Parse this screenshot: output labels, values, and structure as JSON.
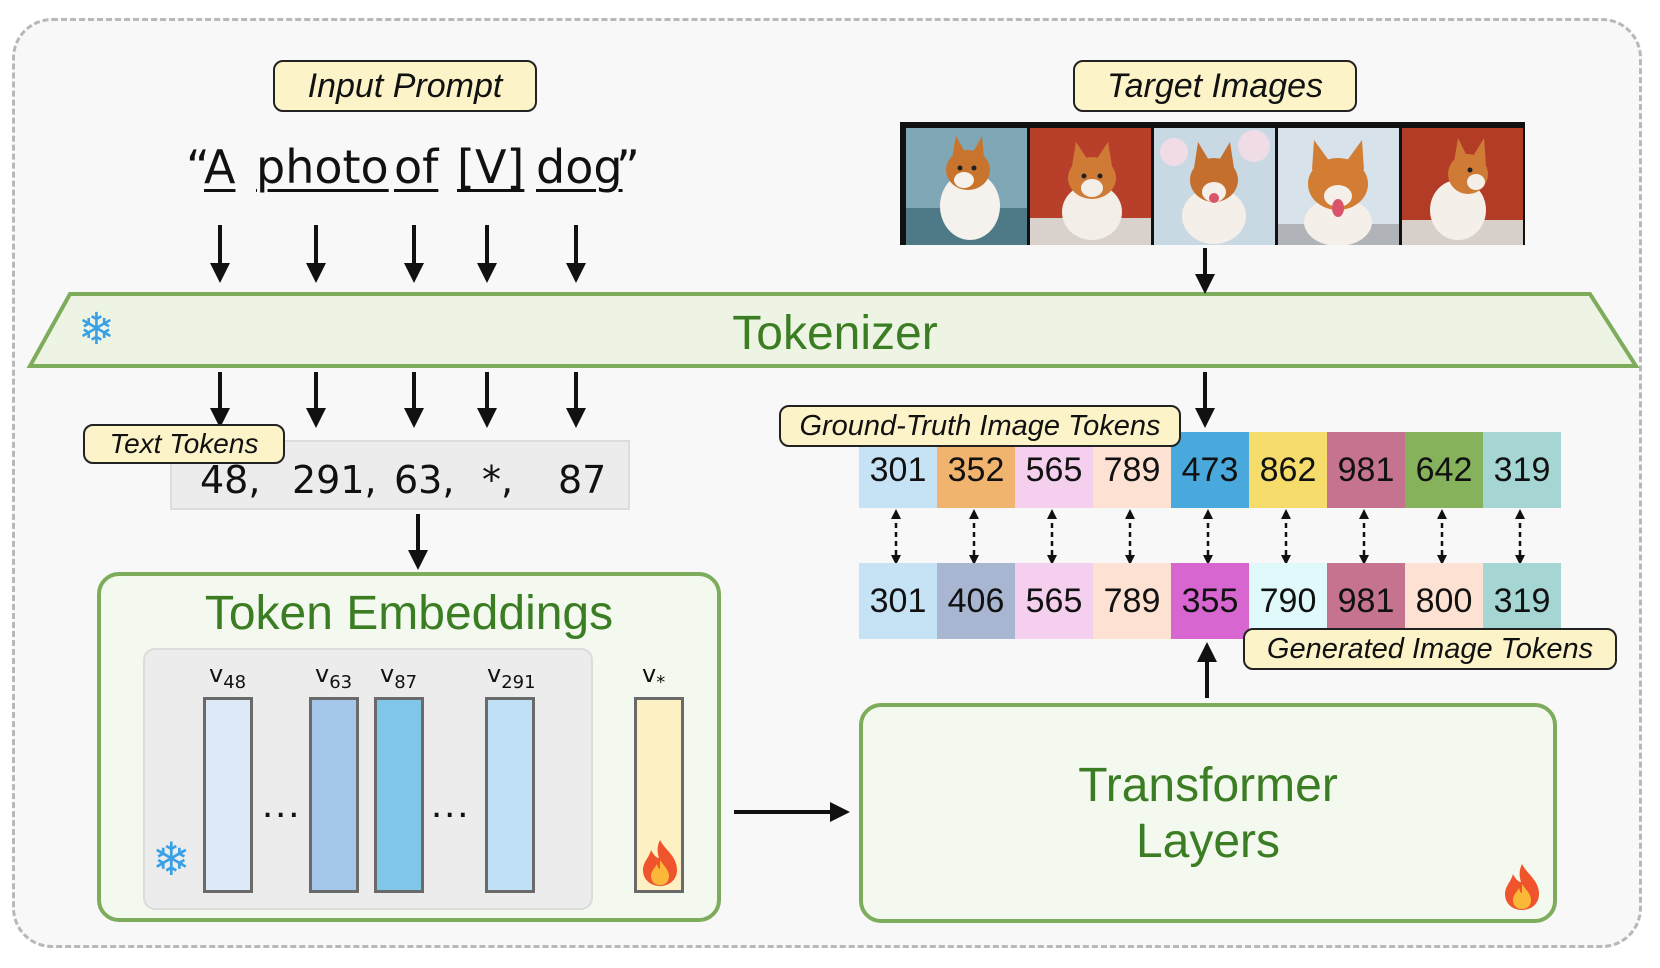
{
  "labels": {
    "input_prompt": "Input Prompt",
    "target_images": "Target Images",
    "tokenizer": "Tokenizer",
    "text_tokens": "Text Tokens",
    "token_embeddings": "Token Embeddings",
    "transformer_line1": "Transformer",
    "transformer_line2": "Layers",
    "ground_truth": "Ground-Truth Image Tokens",
    "generated": "Generated Image Tokens"
  },
  "prompt": {
    "open_quote": "“",
    "close_quote": "”",
    "words": [
      "A",
      "photo",
      "of",
      "[V]",
      "dog"
    ]
  },
  "text_tokens": [
    "48,",
    "291,",
    "63,",
    "*,",
    "87"
  ],
  "embeddings": {
    "vectors": [
      {
        "base": "v",
        "sub": "48",
        "color": "#dde9f7"
      },
      {
        "base": "v",
        "sub": "63",
        "color": "#a6c7ec"
      },
      {
        "base": "v",
        "sub": "87",
        "color": "#7fc6ea"
      },
      {
        "base": "v",
        "sub": "291",
        "color": "#bfe0f5"
      }
    ],
    "learned": {
      "base": "v",
      "sub": "*",
      "color": "#fdf1c4"
    },
    "ellipsis": "..."
  },
  "ground_truth_tokens": [
    {
      "value": "301",
      "color": "#c6e2f5"
    },
    {
      "value": "352",
      "color": "#f1b46f"
    },
    {
      "value": "565",
      "color": "#f4cfee"
    },
    {
      "value": "789",
      "color": "#fde1d2"
    },
    {
      "value": "473",
      "color": "#4aa9dc"
    },
    {
      "value": "862",
      "color": "#f6dc6a"
    },
    {
      "value": "981",
      "color": "#c6738f"
    },
    {
      "value": "642",
      "color": "#86b25c"
    },
    {
      "value": "319",
      "color": "#a5d6d3"
    }
  ],
  "generated_tokens": [
    {
      "value": "301",
      "color": "#c6e2f5"
    },
    {
      "value": "406",
      "color": "#a9b6d2"
    },
    {
      "value": "565",
      "color": "#f4cfee"
    },
    {
      "value": "789",
      "color": "#fde1d2"
    },
    {
      "value": "355",
      "color": "#d766d0"
    },
    {
      "value": "790",
      "color": "#e0fafc"
    },
    {
      "value": "981",
      "color": "#c6738f"
    },
    {
      "value": "800",
      "color": "#fde1d2"
    },
    {
      "value": "319",
      "color": "#a5d6d3"
    }
  ],
  "icons": {
    "frozen": "snowflake-icon",
    "trainable": "fire-icon"
  },
  "colors": {
    "accent_green": "#3b7d23",
    "panel_border": "#7eac5d",
    "label_fill": "#fdf3c8"
  }
}
